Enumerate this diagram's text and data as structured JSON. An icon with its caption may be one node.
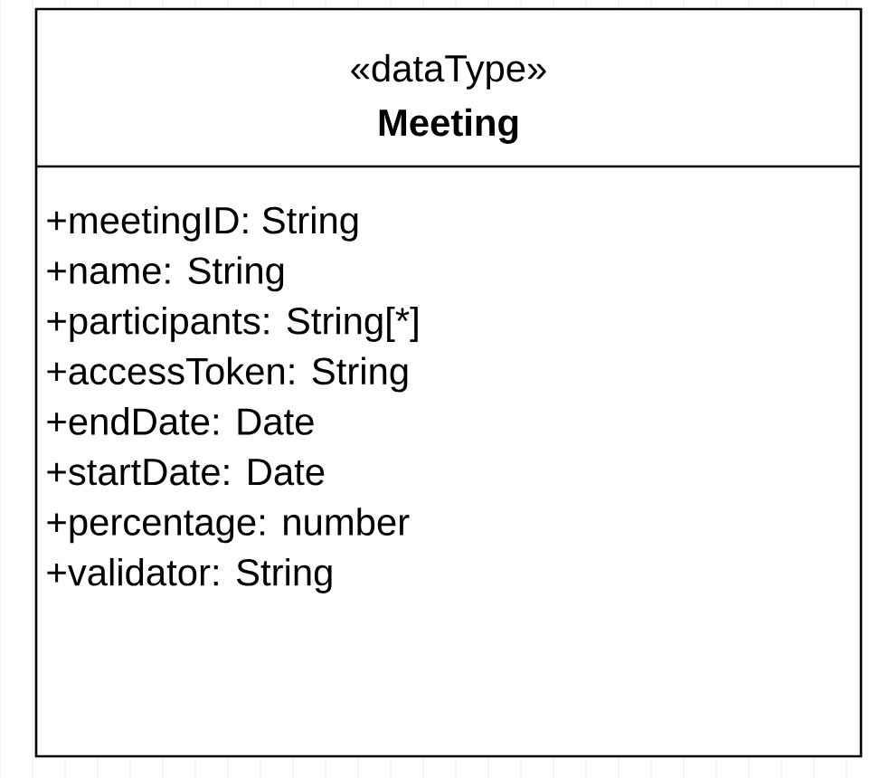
{
  "diagram": {
    "nodes": [
      {
        "text": [
          "«dataType»",
          "Meeting",
          "+meetingID: String",
          "+name: String",
          "+participants: String[*]",
          "+accessToken: String",
          "+endDate: Date",
          "+startDate: Date",
          "+percentage: number",
          "+validator: String"
        ]
      }
    ]
  }
}
